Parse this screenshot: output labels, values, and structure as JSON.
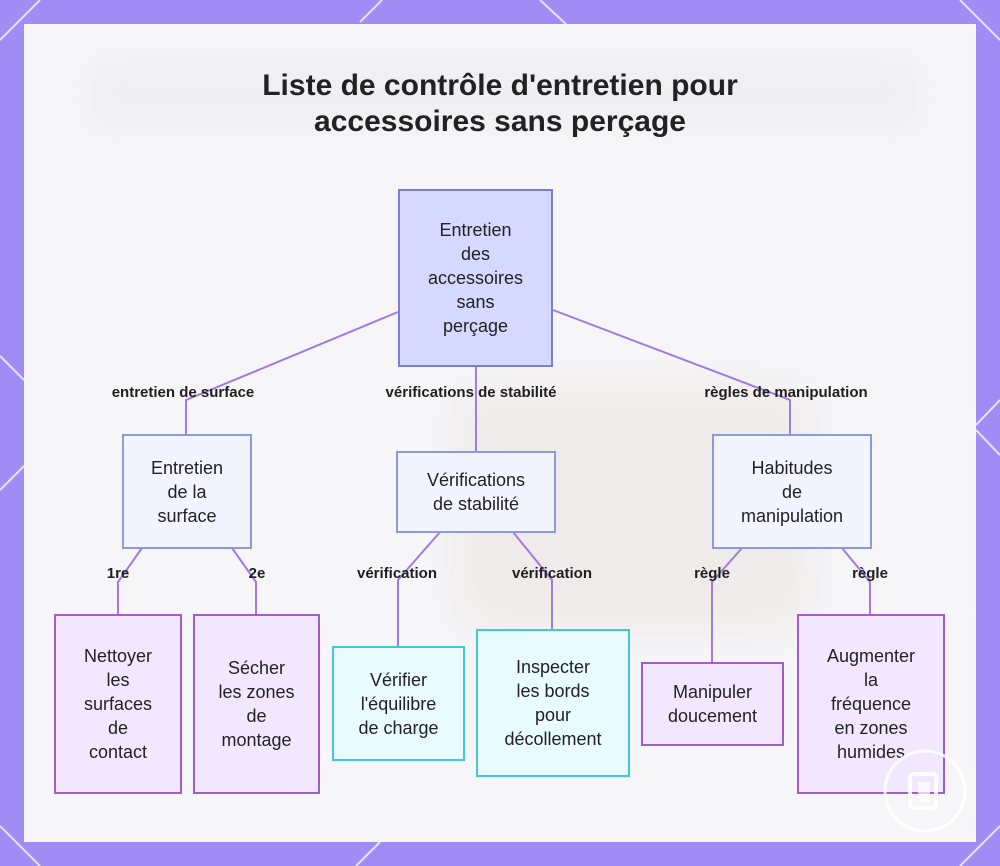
{
  "title_lines": [
    "Liste de contrôle d'entretien pour",
    "accessoires sans perçage"
  ],
  "nodes": {
    "root": [
      "Entretien",
      "des",
      "accessoires",
      "sans",
      "perçage"
    ],
    "surface": [
      "Entretien",
      "de la",
      "surface"
    ],
    "stability": [
      "Vérifications",
      "de stabilité"
    ],
    "handling": [
      "Habitudes",
      "de",
      "manipulation"
    ],
    "clean": [
      "Nettoyer",
      "les",
      "surfaces",
      "de",
      "contact"
    ],
    "dry": [
      "Sécher",
      "les zones",
      "de",
      "montage"
    ],
    "balance": [
      "Vérifier",
      "l'équilibre",
      "de charge"
    ],
    "edges": [
      "Inspecter",
      "les bords",
      "pour",
      "décollement"
    ],
    "gently": [
      "Manipuler",
      "doucement"
    ],
    "humid": [
      "Augmenter",
      "la",
      "fréquence",
      "en zones",
      "humides"
    ]
  },
  "edge_labels": {
    "surface": "entretien de surface",
    "stability": "vérifications de stabilité",
    "handling": "règles de manipulation",
    "first": "1re",
    "second": "2e",
    "verif1": "vérification",
    "verif2": "vérification",
    "rule1": "règle",
    "rule2": "règle"
  },
  "colors": {
    "root_fill": "#d6d9ff",
    "level1_fill": "#f2f4ff",
    "leaf_purple": "#f1e8ff",
    "leaf_cyan": "#e8fbff",
    "connector": "#a07be0",
    "frame": "#a08cf5"
  }
}
